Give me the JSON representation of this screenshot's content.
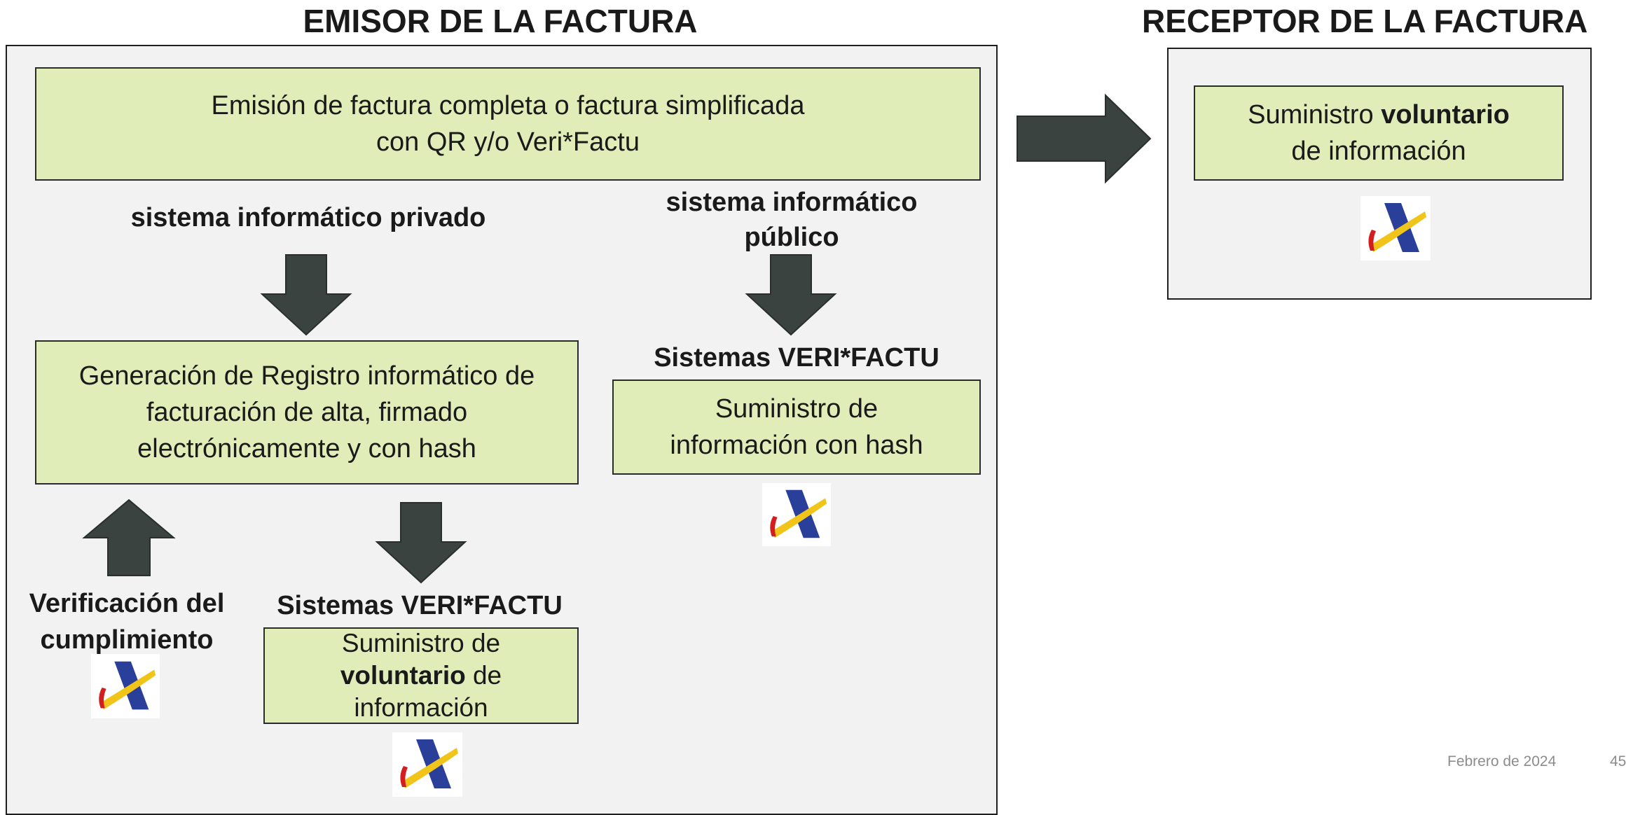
{
  "headings": {
    "emisor": "EMISOR DE LA FACTURA",
    "receptor": "RECEPTOR DE LA FACTURA"
  },
  "emission_box": {
    "line1": "Emisión de factura completa o factura simplificada",
    "line2": "con QR y/o Veri*Factu"
  },
  "private_system_label": "sistema informático privado",
  "public_system_label": {
    "line1": "sistema informático",
    "line2": "público"
  },
  "registro_box": {
    "line1": "Generación de Registro informático de",
    "line2": "facturación de alta, firmado",
    "line3": "electrónicamente y con hash"
  },
  "public_verifactu": {
    "title": "Sistemas VERI*FACTU",
    "line1": "Suministro de",
    "line2": "información con hash"
  },
  "verification": {
    "line1": "Verificación del",
    "line2": "cumplimiento"
  },
  "private_verifactu": {
    "title": "Sistemas VERI*FACTU",
    "line1": "Suministro de",
    "line2_bold": "voluntario",
    "line2_rest": " de",
    "line3": "información"
  },
  "receptor_box": {
    "line1_prefix": "Suministro ",
    "line1_bold": "voluntario",
    "line2": "de información"
  },
  "footer": {
    "date": "Febrero de 2024",
    "page": "45"
  },
  "colors": {
    "box_fill": "#e0edb8",
    "panel_fill": "#f2f2f2",
    "arrow_fill": "#3a4340",
    "logo_blue": "#2a3f9a",
    "logo_yellow": "#f0c419",
    "logo_red": "#d21e1e"
  },
  "icons": [
    "aeat-logo-icon",
    "arrow-down-icon",
    "arrow-up-icon",
    "arrow-right-icon"
  ]
}
